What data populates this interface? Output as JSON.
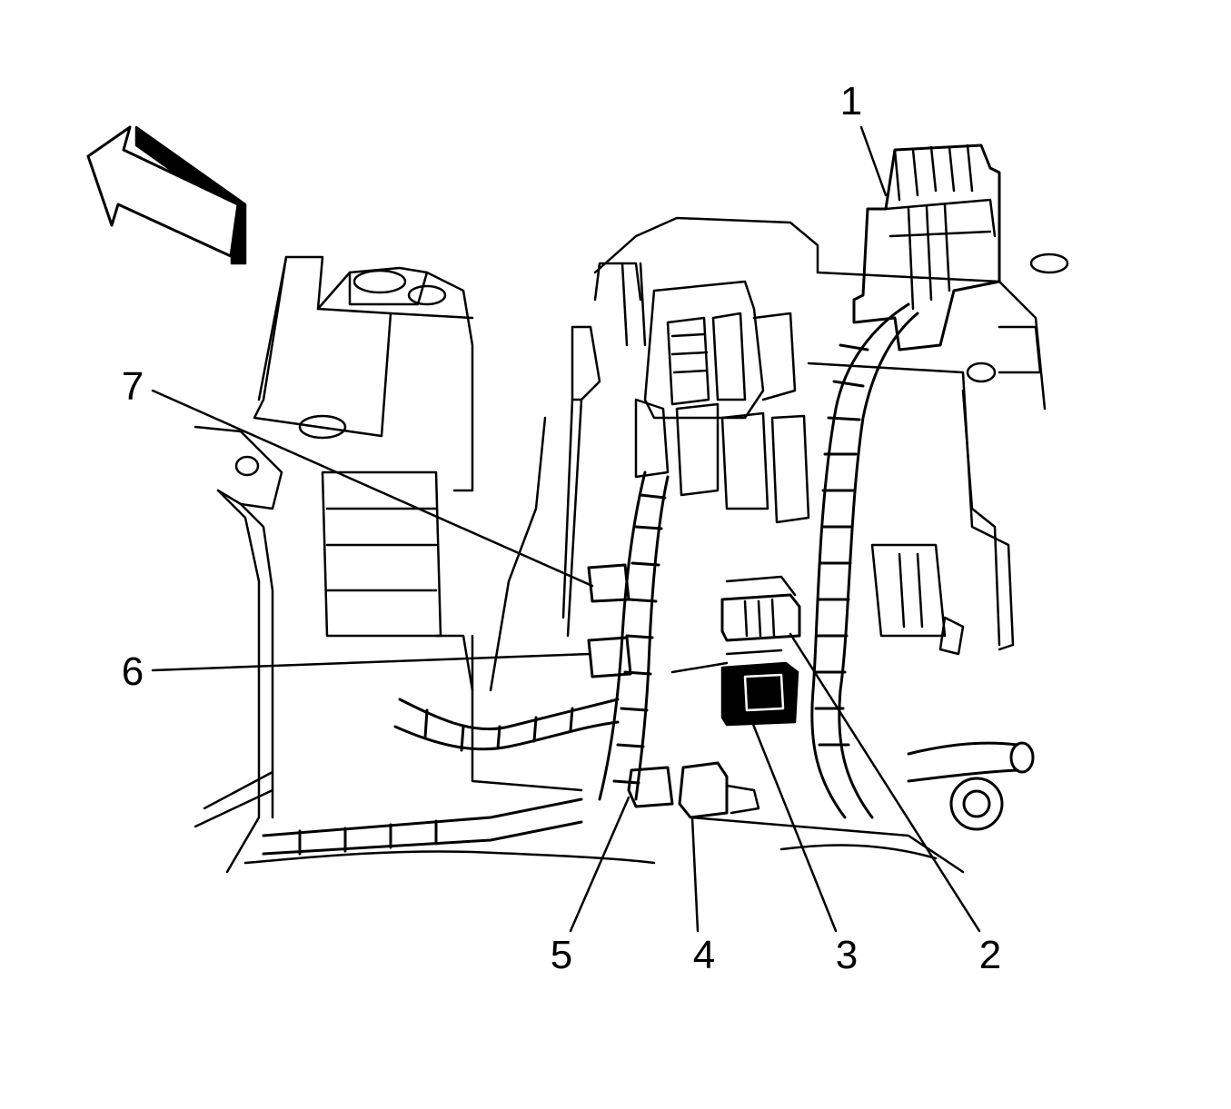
{
  "callouts": [
    {
      "id": "1",
      "text": "1"
    },
    {
      "id": "2",
      "text": "2"
    },
    {
      "id": "3",
      "text": "3"
    },
    {
      "id": "4",
      "text": "4"
    },
    {
      "id": "5",
      "text": "5"
    },
    {
      "id": "6",
      "text": "6"
    },
    {
      "id": "7",
      "text": "7"
    }
  ],
  "colors": {
    "ink": "#000000",
    "paper": "#ffffff"
  },
  "icons": {
    "direction": "front-direction-arrow-icon"
  }
}
